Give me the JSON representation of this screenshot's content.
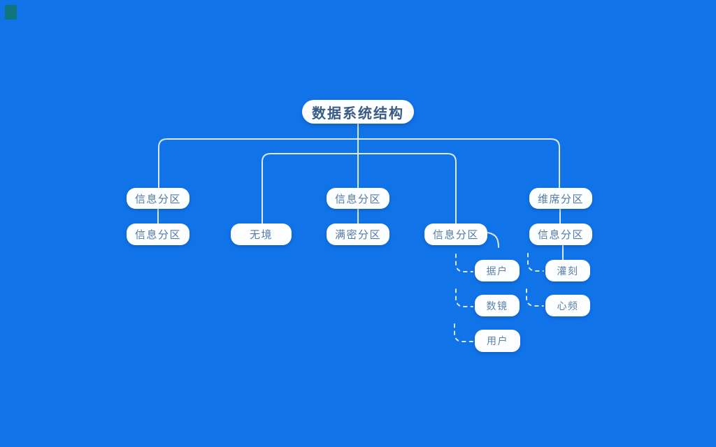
{
  "diagram": {
    "type": "mindmap-tree",
    "background_color": "#1173e8",
    "connector_color": "#d9e9f7",
    "node_fill_color": "#fdfeff",
    "node_text_color": "#527aa4",
    "root_text_color": "#3a5c84",
    "corner_mark_color": "#0e7566"
  },
  "nodes": {
    "root": "数据系统结构",
    "branch1_top": "信息分区",
    "branch1_child": "信息分区",
    "branch2_child": "无境",
    "branch3_top": "信息分区",
    "branch3_child": "满密分区",
    "branch4_node": "信息分区",
    "branch5_top": "维席分区",
    "branch5_child": "信息分区",
    "leaf_c4_1": "据户",
    "leaf_c4_2": "数镜",
    "leaf_c4_3": "用户",
    "leaf_c5_1": "灌刻",
    "leaf_c5_2": "心频"
  }
}
